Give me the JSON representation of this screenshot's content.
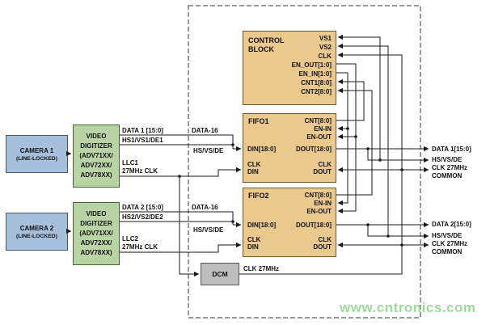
{
  "colors": {
    "camera_fill": "#a6bfdc",
    "camera_border": "#47566b",
    "digitizer_fill": "#b9d3a4",
    "digitizer_border": "#4d5e3d",
    "block_fill": "#eac98f",
    "block_border": "#6b5a2a",
    "dcm_fill": "#bdbdbd",
    "dcm_border": "#555555",
    "wire": "#1a1a1a",
    "text": "#111111",
    "watermark": "#8ed28e"
  },
  "camera1": {
    "title": "CAMERA 1",
    "subtitle": "(LINE-LOCKED)"
  },
  "camera2": {
    "title": "CAMERA 2",
    "subtitle": "(LINE-LOCKED)"
  },
  "digitizer1": {
    "line1": "VIDEO",
    "line2": "DIGITIZER",
    "line3": "(ADV71XX/",
    "line4": "ADV72XX/",
    "line5": "ADV78XX)"
  },
  "digitizer2": {
    "line1": "VIDEO",
    "line2": "DIGITIZER",
    "line3": "(ADV71XX/",
    "line4": "ADV72XX/",
    "line5": "ADV78XX)"
  },
  "ch1": {
    "data": "DATA 1 [15:0]",
    "sync": "HS1/VS1/DE1",
    "llc": "LLC1",
    "clk": "27MHz CLK",
    "bus": "DATA-16",
    "sync_bus": "HS/VS/DE"
  },
  "ch2": {
    "data": "DATA 2 [15:0]",
    "sync": "HS2/VS2/DE2",
    "llc": "LLC2",
    "clk": "27MHz CLK",
    "bus": "DATA-16",
    "sync_bus": "HS/VS/DE"
  },
  "control": {
    "title1": "CONTROL",
    "title2": "BLOCK",
    "vs1": "VS1",
    "vs2": "VS2",
    "clk": "CLK",
    "en_out": "EN_OUT[1:0]",
    "en_in": "EN_IN[1:0]",
    "cnt1": "CNT1[8:0]",
    "cnt2": "CNT2[8:0]"
  },
  "fifo1": {
    "title": "FIFO1",
    "cnt": "CNT[8:0]",
    "en_in": "EN-IN",
    "en_out": "EN-OUT",
    "din": "DIN[18:0]",
    "dout": "DOUT[18:0]",
    "clk_din1": "CLK",
    "clk_din2": "DIN",
    "clk_dout1": "CLK",
    "clk_dout2": "DOUT"
  },
  "fifo2": {
    "title": "FIFO2",
    "cnt": "CNT[8:0]",
    "en_in": "EN-IN",
    "en_out": "EN-OUT",
    "din": "DIN[18:0]",
    "dout": "DOUT[18:0]",
    "clk_din1": "CLK",
    "clk_din2": "DIN",
    "clk_dout1": "CLK",
    "clk_dout2": "DOUT"
  },
  "dcm": {
    "title": "DCM",
    "clk": "CLK 27MHz"
  },
  "out": {
    "data1": "DATA 1[15:0]",
    "sync1": "HS/VS/DE",
    "clk1a": "CLK 27MHz",
    "clk1b": "COMMON",
    "data2": "DATA 2[15:0]",
    "sync2": "HS/VS/DE",
    "clk2a": "CLK 27MHz",
    "clk2b": "COMMON"
  },
  "watermark": "www.cntronics.com"
}
